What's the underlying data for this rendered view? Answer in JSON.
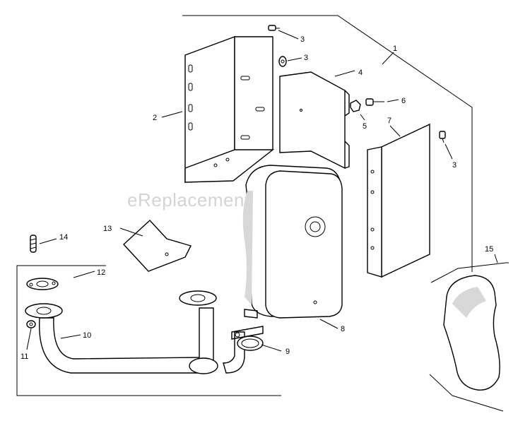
{
  "watermark": "eReplacementParts.com",
  "callouts": {
    "c1": "1",
    "c2": "2",
    "c3a": "3",
    "c3b": "3",
    "c3c": "3",
    "c4": "4",
    "c5": "5",
    "c6": "6",
    "c7": "7",
    "c8": "8",
    "c9": "9",
    "c10": "10",
    "c11": "11",
    "c12": "12",
    "c13": "13",
    "c14": "14",
    "c15": "15"
  }
}
